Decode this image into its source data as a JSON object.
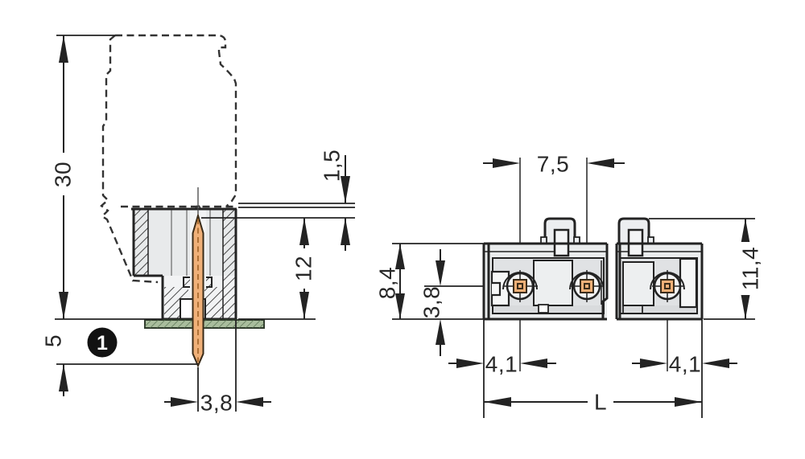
{
  "drawing": {
    "kind": "connector-technical-drawing",
    "side": {
      "dim_height": "30",
      "dim_clearance": "1,5",
      "dim_pin_depth": "12",
      "dim_pin_protrusion": "5",
      "dim_pin_offset": "3,8",
      "callout": "1"
    },
    "front": {
      "dim_pitch": "7,5",
      "dim_body_height": "8,4",
      "dim_pin_bottom": "3,8",
      "dim_total_height": "11,4",
      "dim_end_left": "4,1",
      "dim_end_right": "4,1",
      "dim_length": "L"
    },
    "colors": {
      "pin": "#f0b078",
      "pin_outline": "#3a2b18",
      "pcb": "#a9bd9d",
      "pcb_line": "#55704f",
      "body_fill": "#e9ebec",
      "cavity_fill": "#e0e2e4",
      "line": "#232323"
    }
  }
}
